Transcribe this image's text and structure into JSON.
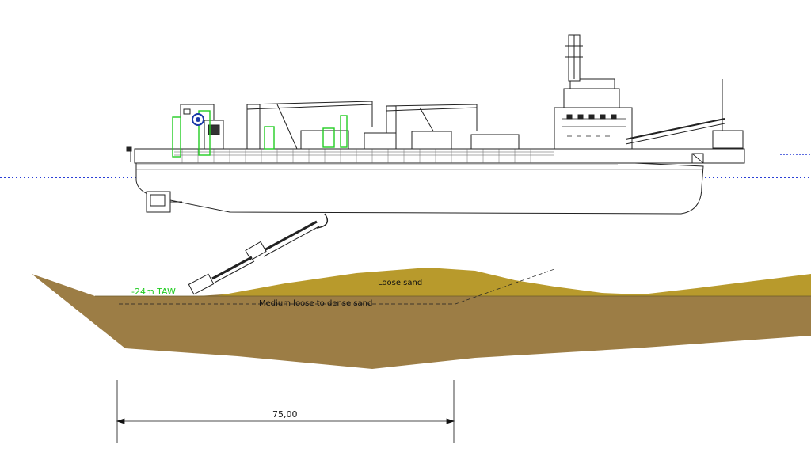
{
  "annotations": {
    "depth_label": "-24m TAW",
    "loose_sand": "Loose sand",
    "dense_sand": "Medium loose to dense sand",
    "dimension": "75,00"
  },
  "colors": {
    "water_line": "#2a3fd6",
    "loose_sand": "#b89a2c",
    "dense_sand": "#9c7d45",
    "hull_line": "#222222",
    "equipment_green": "#22cc22"
  },
  "icons": [
    "ship-logo-icon"
  ]
}
